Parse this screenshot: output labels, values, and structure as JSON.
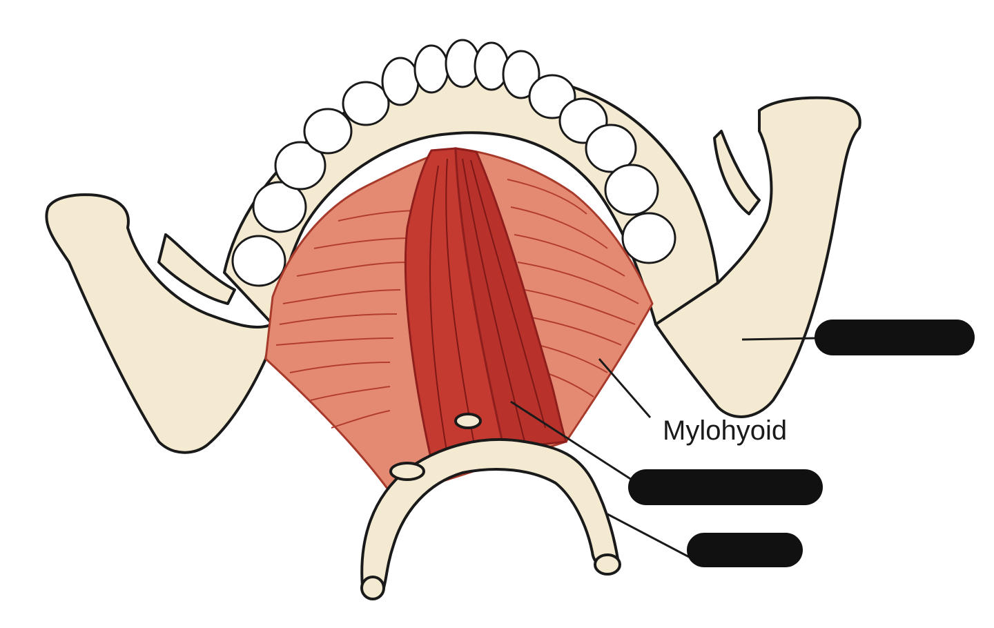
{
  "labels": {
    "mylohyoid": "Mylohyoid"
  },
  "redacted_labels": [
    "masked-label-right-ramus",
    "masked-label-geniohyoid",
    "masked-label-hyoid"
  ],
  "colors": {
    "bone": "#f3ead1",
    "bone_outline": "#1a1a1a",
    "muscle_light": "#e58a72",
    "muscle_mid": "#d9674f",
    "muscle_dark": "#b8322b",
    "fiber": "#8f1f1c",
    "redaction": "#111111",
    "teeth": "#ffffff"
  }
}
